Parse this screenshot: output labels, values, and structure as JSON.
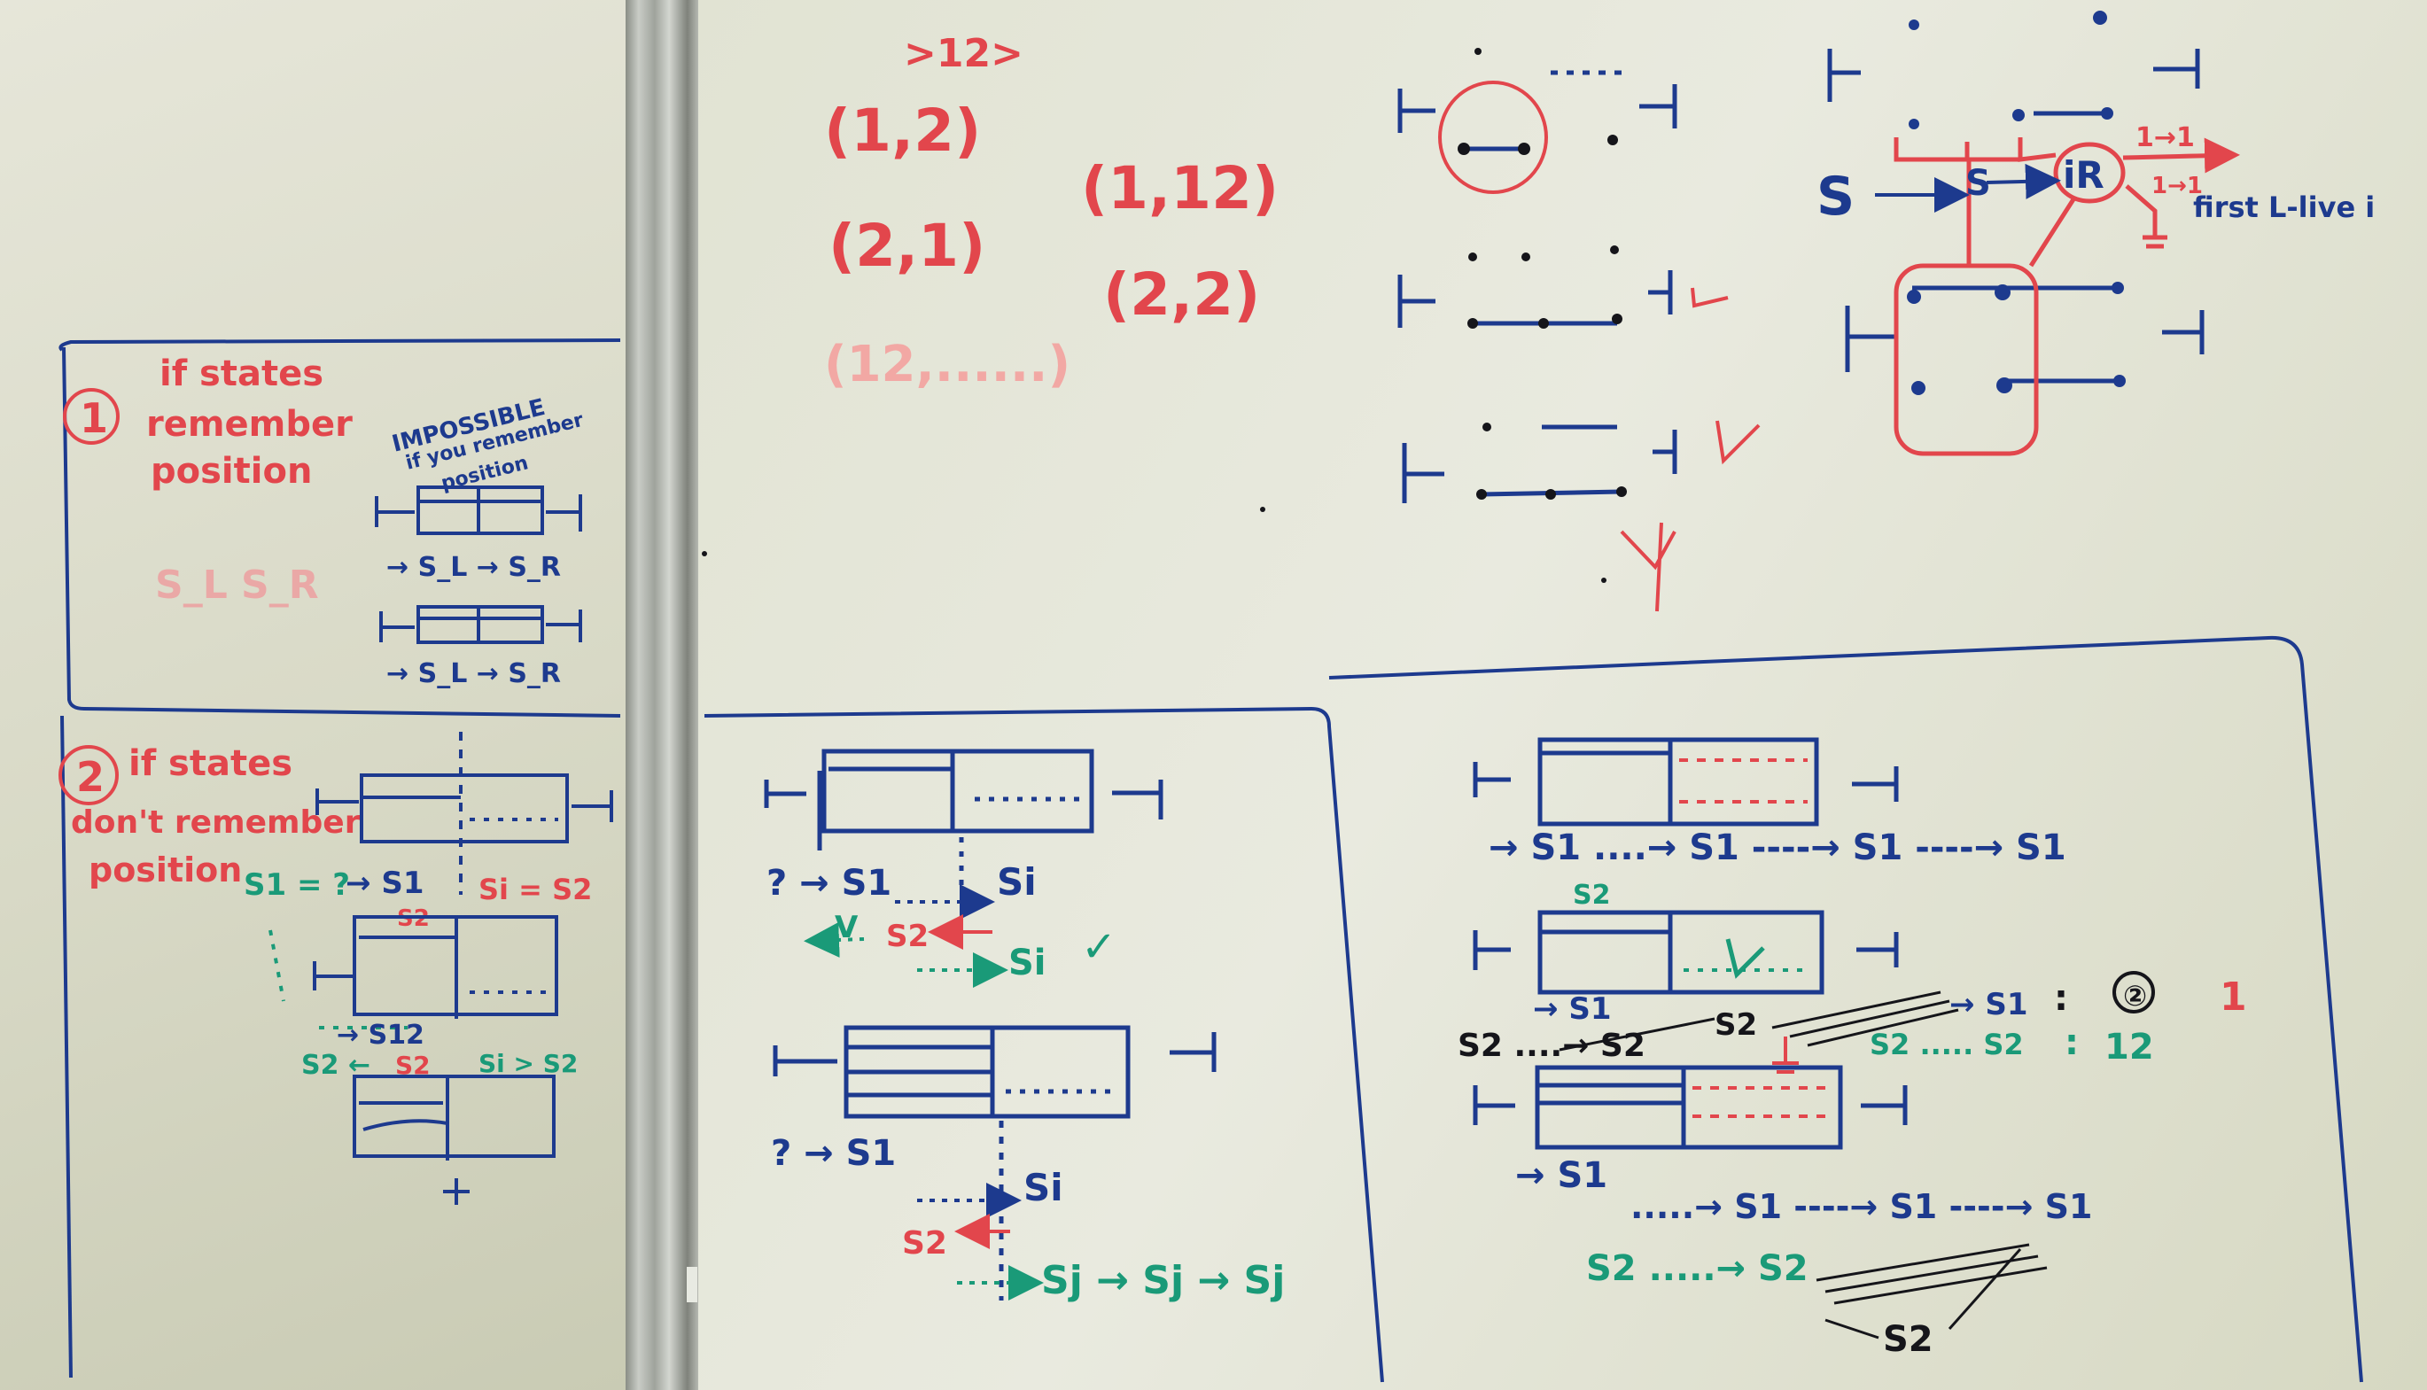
{
  "colors": {
    "blue": "#1d3a8e",
    "red": "#e2464c",
    "green": "#1a9a78",
    "black": "#15151a"
  },
  "pairs": {
    "p12a": ">12>",
    "p12": "(1,2)",
    "p1_12": "(1,12)",
    "p21": "(2,1)",
    "p22": "(2,2)",
    "p12_more": "(12,......)"
  },
  "box1": {
    "num": "1",
    "title1": "if states",
    "title2": "remember",
    "title3": "position",
    "note1": "IMPOSSIBLE",
    "note2": "if you remember",
    "note3": "position",
    "row1": "→ S_L → S_R",
    "row2": "→ S_L → S_R",
    "faded": "S_L   S_R"
  },
  "box2": {
    "num": "2",
    "title1": "if states",
    "title2": "don't remember",
    "title3": "position",
    "green1": "S1 = ?",
    "arrow1": "→ S1",
    "green2": "Si = S2",
    "red1": "S2",
    "blue2": "→ S12",
    "green3": "S2 ←",
    "red2": "S2",
    "green4": "Si > S2"
  },
  "middle": {
    "q1": "? → S1",
    "si1": "Si",
    "v1": "V",
    "s2a": "S2",
    "si2": "Si",
    "check": "✓",
    "q2": "? → S1",
    "si3": "Si",
    "s2b": "S2",
    "sj": "Sj → Sj → Sj"
  },
  "rightbox": {
    "row1": "→ S1 ....→ S1 ----→ S1 ----→ S1",
    "s2_green": "S2",
    "row2a": "→ S1",
    "row2b": "S2 ....→ S2",
    "row2c": "S2",
    "row2d": "→ S1",
    "row2e": "S2 ..... S2",
    "num2": "②",
    "colon1": ":",
    "colon2": ":",
    "r1": "1",
    "r12": "12",
    "row3": "→ S1",
    "row4": ".....→ S1 ----→ S1 ----→ S1",
    "row5": "S2 .....→ S2",
    "row6": "S2"
  },
  "topright": {
    "s_label": "S",
    "s_label2": "S",
    "r_node": "iR",
    "edge1": "1→1",
    "edge2": "1→1",
    "first": "first L-live i"
  }
}
